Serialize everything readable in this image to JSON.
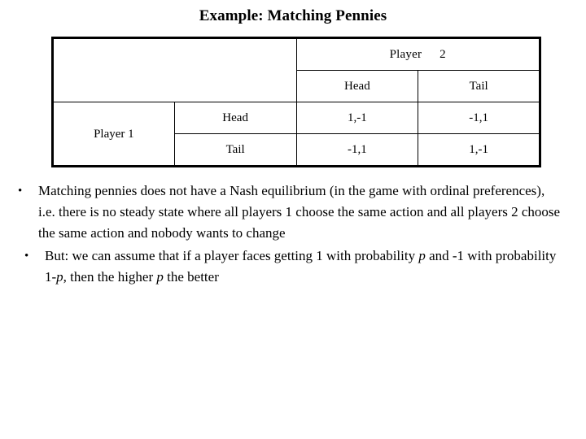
{
  "slide": {
    "title": "Example: Matching Pennies",
    "background_color": "#ffffff",
    "text_color": "#000000"
  },
  "table": {
    "corner_blank": "",
    "player2_label": "Player",
    "player2_number": "2",
    "player1_label": "Player 1",
    "column_headers": [
      "Head",
      "Tail"
    ],
    "row_headers": [
      "Head",
      "Tail"
    ],
    "payoffs": [
      [
        "1,-1",
        "-1,1"
      ],
      [
        "-1,1",
        "1,-1"
      ]
    ]
  },
  "bullets": {
    "glyph": "•",
    "first": {
      "part1": "Matching pennies does not have a Nash equilibrium (in the game with ordinal preferences), i.e. there is no steady state where all players 1 choose the same action and all players 2 choose the same action and nobody wants to change"
    },
    "second": {
      "part1": "But: we can assume that if a player faces getting 1 with probability ",
      "ital1": "p",
      "part2": " and -1 with probability 1-",
      "ital2": "p",
      "part3": ", then the higher ",
      "ital3": "p",
      "part4": " the better"
    }
  }
}
